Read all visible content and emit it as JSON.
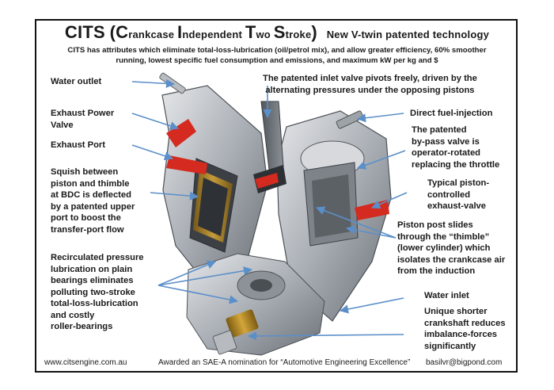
{
  "title": {
    "acronym": "CITS",
    "open": "(",
    "w1_cap": "C",
    "w1_rest": "rankcase ",
    "w2_cap": "I",
    "w2_rest": "ndependent ",
    "w3_cap": "T",
    "w3_rest": "wo ",
    "w4_cap": "S",
    "w4_rest": "troke",
    "close": ")",
    "suffix": "New V-twin patented technology"
  },
  "tagline": {
    "line1": "CITS has attributes which eliminate total-loss-lubrication (oil/petrol mix), and allow greater efficiency, 60% smoother",
    "line2": "running, lowest specific fuel consumption and emissions, and maximum kW per kg and $"
  },
  "labels": {
    "water_outlet": "Water outlet",
    "exhaust_power_valve_1": "Exhaust Power",
    "exhaust_power_valve_2": "Valve",
    "exhaust_port": "Exhaust Port",
    "squish_1": "Squish between",
    "squish_2": "piston and thimble",
    "squish_3": "at BDC is deflected",
    "squish_4": "by a patented upper",
    "squish_5": "port to boost the",
    "squish_6": "transfer-port flow",
    "recirc_1": "Recirculated pressure",
    "recirc_2": "lubrication on plain",
    "recirc_3": "bearings eliminates",
    "recirc_4": "polluting two-stroke",
    "recirc_5": "total-loss-lubrication",
    "recirc_6": "and costly",
    "recirc_7": "roller-bearings",
    "inlet_valve_1": "The patented inlet valve pivots freely, driven by the",
    "inlet_valve_2": "alternating pressures under the opposing pistons",
    "fuel_injection": "Direct fuel-injection",
    "bypass_1": "The patented",
    "bypass_2": "by-pass valve is",
    "bypass_3": "operator-rotated",
    "bypass_4": "replacing  the throttle",
    "exhaust_valve_1": "Typical piston-",
    "exhaust_valve_2": "controlled",
    "exhaust_valve_3": "exhaust-valve",
    "piston_post_1": "Piston post slides",
    "piston_post_2": "through the “thimble”",
    "piston_post_3": "(lower cylinder) which",
    "piston_post_4": "isolates the crankcase air",
    "piston_post_5": "from the induction",
    "water_inlet": "Water inlet",
    "crank_1": "Unique shorter",
    "crank_2": "crankshaft reduces",
    "crank_3": "imbalance-forces",
    "crank_4": "significantly"
  },
  "footer": {
    "website": "www.citsengine.com.au",
    "award": "Awarded an SAE-A nomination for “Automotive Engineering Excellence”",
    "email": "basilvr@bigpond.com"
  },
  "colors": {
    "arrow": "#5b8fc9",
    "metal_light": "#c9ccd0",
    "metal_mid": "#9aa0a6",
    "metal_dark": "#5f656b",
    "accent_red": "#d42a1f",
    "brass": "#c2962e"
  }
}
